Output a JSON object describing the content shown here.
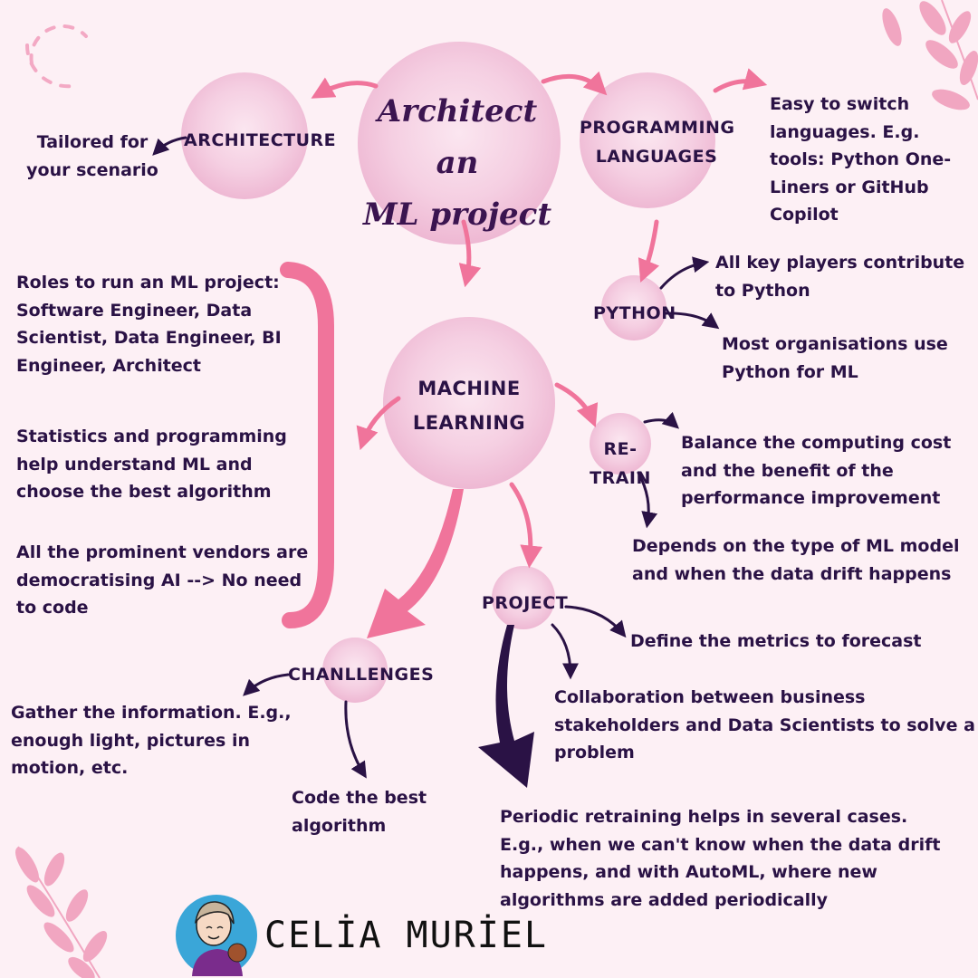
{
  "title": "Architect an\nML project",
  "nodes": {
    "architecture": "ARCHITECTURE",
    "programming_languages": "PROGRAMMING\nLANGUAGES",
    "python": "PYTHON",
    "machine_learning": "MACHINE\nLEARNING",
    "retrain": "RE-TRAIN",
    "project": "PROJECT",
    "challenges": "CHANLLENGES"
  },
  "notes": {
    "architecture_note": "Tailored for\nyour scenario",
    "languages_note": "Easy to switch\nlanguages. E.g.\ntools: Python One-\nLiners or GitHub\nCopilot",
    "python_note_1": "All key players contribute\nto Python",
    "python_note_2": "Most organisations use\nPython for ML",
    "roles_note": "Roles to run an ML project:\nSoftware Engineer, Data\nScientist, Data Engineer, BI\nEngineer, Architect",
    "stats_note": "Statistics and programming\nhelp understand ML  and\nchoose the best algorithm",
    "vendors_note": "All the prominent vendors are\ndemocratising AI --> No need\nto code",
    "retrain_note_1": "Balance the computing cost\nand the benefit of the\nperformance improvement",
    "retrain_note_2": "Depends on the type of ML model\nand when the data drift happens",
    "project_note_1": "Define the metrics to forecast",
    "project_note_2": "Collaboration between business\nstakeholders and Data Scientists to solve a\nproblem",
    "project_note_3": "Periodic retraining helps in several cases.\nE.g., when we can't know when the data drift\nhappens, and with AutoML, where new\nalgorithms are added periodically",
    "challenges_note_1": "Gather the information. E.g.,\nenough light, pictures in\nmotion, etc.",
    "challenges_note_2": "Code the best\nalgorithm"
  },
  "brand": "CELİA MURİEL",
  "colors": {
    "background": "#fdf0f5",
    "circle": "#f2c6dc",
    "accent_pink": "#f0749b",
    "dark_purple": "#2a1245",
    "leaf": "#ef9ab8"
  }
}
